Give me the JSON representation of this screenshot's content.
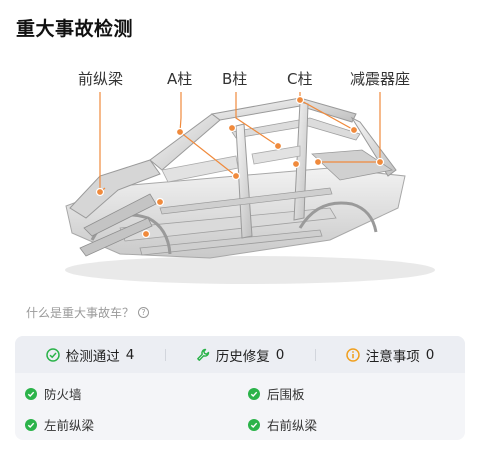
{
  "page": {
    "title": "重大事故检测"
  },
  "diagram": {
    "labels": {
      "front_rail": "前纵梁",
      "a_pillar": "A柱",
      "b_pillar": "B柱",
      "c_pillar": "C柱",
      "shock_mount": "减震器座"
    },
    "accent": "#f08a3c"
  },
  "help": {
    "text": "什么是重大事故车？"
  },
  "summary": {
    "passed": {
      "label": "检测通过",
      "count": "4",
      "color": "#2bb34a"
    },
    "repair": {
      "label": "历史修复",
      "count": "0",
      "color": "#2bb34a"
    },
    "attention": {
      "label": "注意事项",
      "count": "0",
      "color": "#f0a020"
    }
  },
  "checks": [
    {
      "label": "防火墙",
      "icon": "check-icon"
    },
    {
      "label": "后围板",
      "icon": "check-icon"
    },
    {
      "label": "左前纵梁",
      "icon": "check-icon"
    },
    {
      "label": "右前纵梁",
      "icon": "check-icon"
    }
  ]
}
